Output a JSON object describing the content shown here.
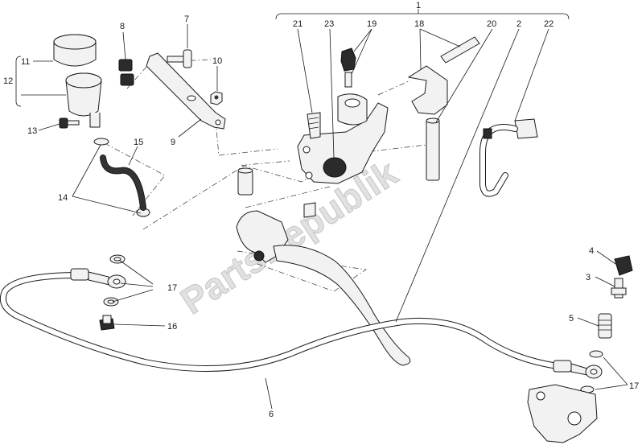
{
  "watermark": "PartsRepublik",
  "callouts": {
    "n1": "1",
    "n2": "2",
    "n3": "3",
    "n4": "4",
    "n5": "5",
    "n6": "6",
    "n7": "7",
    "n8": "8",
    "n9": "9",
    "n10": "10",
    "n11": "11",
    "n12": "12",
    "n13": "13",
    "n14": "14",
    "n15": "15",
    "n16": "16",
    "n17a": "17",
    "n17b": "17",
    "n18": "18",
    "n19": "19",
    "n20": "20",
    "n21": "21",
    "n22": "22",
    "n23": "23"
  },
  "parts": {
    "p1": "clutch-master-cylinder-assembly",
    "p2": "clutch-lever",
    "p3": "bleed-valve",
    "p4": "bleed-valve-cap",
    "p5": "banjo-bolt",
    "p6": "clutch-hose",
    "p7": "screw",
    "p8": "rubber-spacer",
    "p9": "reservoir-bracket",
    "p10": "nut",
    "p11": "reservoir-cap",
    "p12": "reservoir-assembly",
    "p13": "screw",
    "p14": "hose-clamp",
    "p15": "reservoir-hose",
    "p16": "banjo-bolt",
    "p17": "sealing-washer",
    "p18": "clamp-and-screw",
    "p19": "screw-and-cap",
    "p20": "pivot-bolt",
    "p21": "spring",
    "p22": "clutch-switch",
    "p23": "pushrod"
  }
}
